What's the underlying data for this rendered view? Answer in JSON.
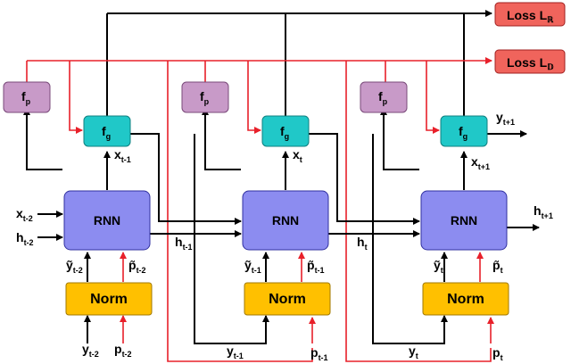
{
  "boxes": {
    "loss_r": "Loss L",
    "loss_r_sub": "ℝ",
    "loss_d": "Loss L",
    "loss_d_sub": "𝔻",
    "fp": "f",
    "fp_sub": "p",
    "fg": "f",
    "fg_sub": "g",
    "rnn": "RNN",
    "norm": "Norm"
  },
  "units": [
    {
      "x_in": "x",
      "x_in_sub": "t-1",
      "ytilde": "ỹ",
      "ytilde_sub": "t-2",
      "ptilde": "p̃",
      "ptilde_sub": "t-2",
      "y_in": "y",
      "y_in_sub": "t-2",
      "p_in": "p",
      "p_in_sub": "t-2",
      "h_out": "h",
      "h_out_sub": "t-1"
    },
    {
      "x_in": "x",
      "x_in_sub": "t",
      "ytilde": "ỹ",
      "ytilde_sub": "t-1",
      "ptilde": "p̃",
      "ptilde_sub": "t-1",
      "y_in": "y",
      "y_in_sub": "t-1",
      "p_in": "p",
      "p_in_sub": "t-1",
      "h_out": "h",
      "h_out_sub": "t"
    },
    {
      "x_in": "x",
      "x_in_sub": "t+1",
      "ytilde": "ỹ",
      "ytilde_sub": "t",
      "ptilde": "p̃",
      "ptilde_sub": "t",
      "y_in": "y",
      "y_in_sub": "t",
      "p_in": "p",
      "p_in_sub": "t",
      "h_out": "h",
      "h_out_sub": "t+1"
    }
  ],
  "inputs": {
    "x0": "x",
    "x0_sub": "t-2",
    "h0": "h",
    "h0_sub": "t-2"
  },
  "output": {
    "y": "y",
    "y_sub": "t+1"
  },
  "colors": {
    "loss_fill": "#f0645c",
    "fp_fill": "#c89ac8",
    "fg_fill": "#20c8c8",
    "rnn_fill": "#8c8cf0",
    "norm_fill": "#ffc000",
    "red_line": "#e8202a",
    "black_line": "#000000"
  }
}
